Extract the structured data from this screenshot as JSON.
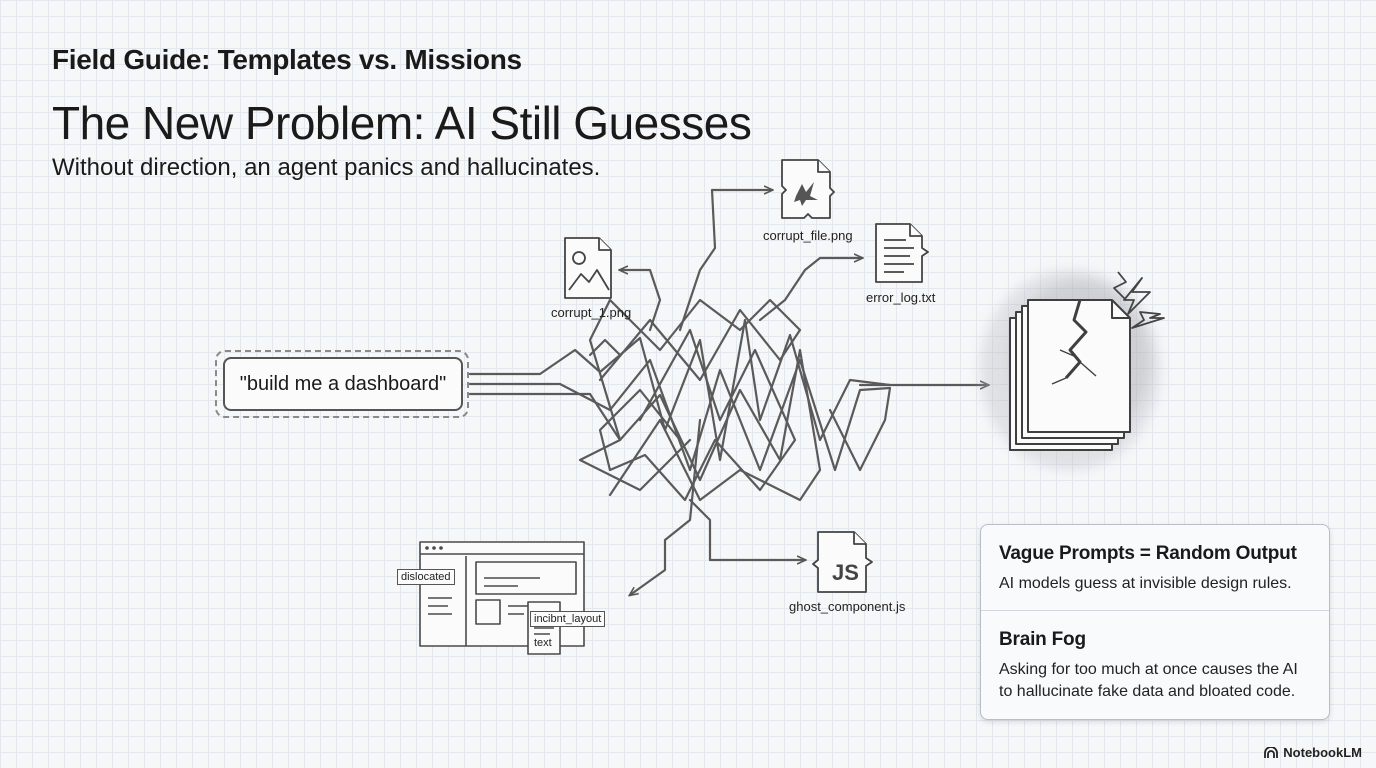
{
  "header": {
    "kicker": "Field Guide: Templates vs. Missions",
    "title": "The New Problem: AI Still Guesses",
    "subtitle": "Without direction, an agent panics and hallucinates."
  },
  "prompt": {
    "text": "\"build me a dashboard\""
  },
  "files": {
    "corrupt_file": "corrupt_file.png",
    "corrupt_1": "corrupt_1.png",
    "error_log": "error_log.txt",
    "ghost_component": "ghost_component.js",
    "js_badge": "JS"
  },
  "sketch": {
    "dislocated": "dislocated",
    "layout_tag": "incibnt_layout",
    "text_tag": "text"
  },
  "card": {
    "sections": [
      {
        "heading": "Vague Prompts = Random Output",
        "body": "AI models guess at invisible design rules."
      },
      {
        "heading": "Brain Fog",
        "body": "Asking for too much at once causes the AI to hallucinate fake data and bloated code."
      }
    ]
  },
  "brand": {
    "name": "NotebookLM"
  },
  "icons": [
    "image-file-icon",
    "broken-file-icon",
    "text-file-icon",
    "js-file-icon",
    "broken-document-stack-icon",
    "lightning-icon",
    "browser-window-sketch-icon",
    "notebooklm-logo-icon"
  ],
  "colors": {
    "ink": "#555555",
    "grid": "#e3e7ee",
    "background": "#f6f7f9"
  }
}
